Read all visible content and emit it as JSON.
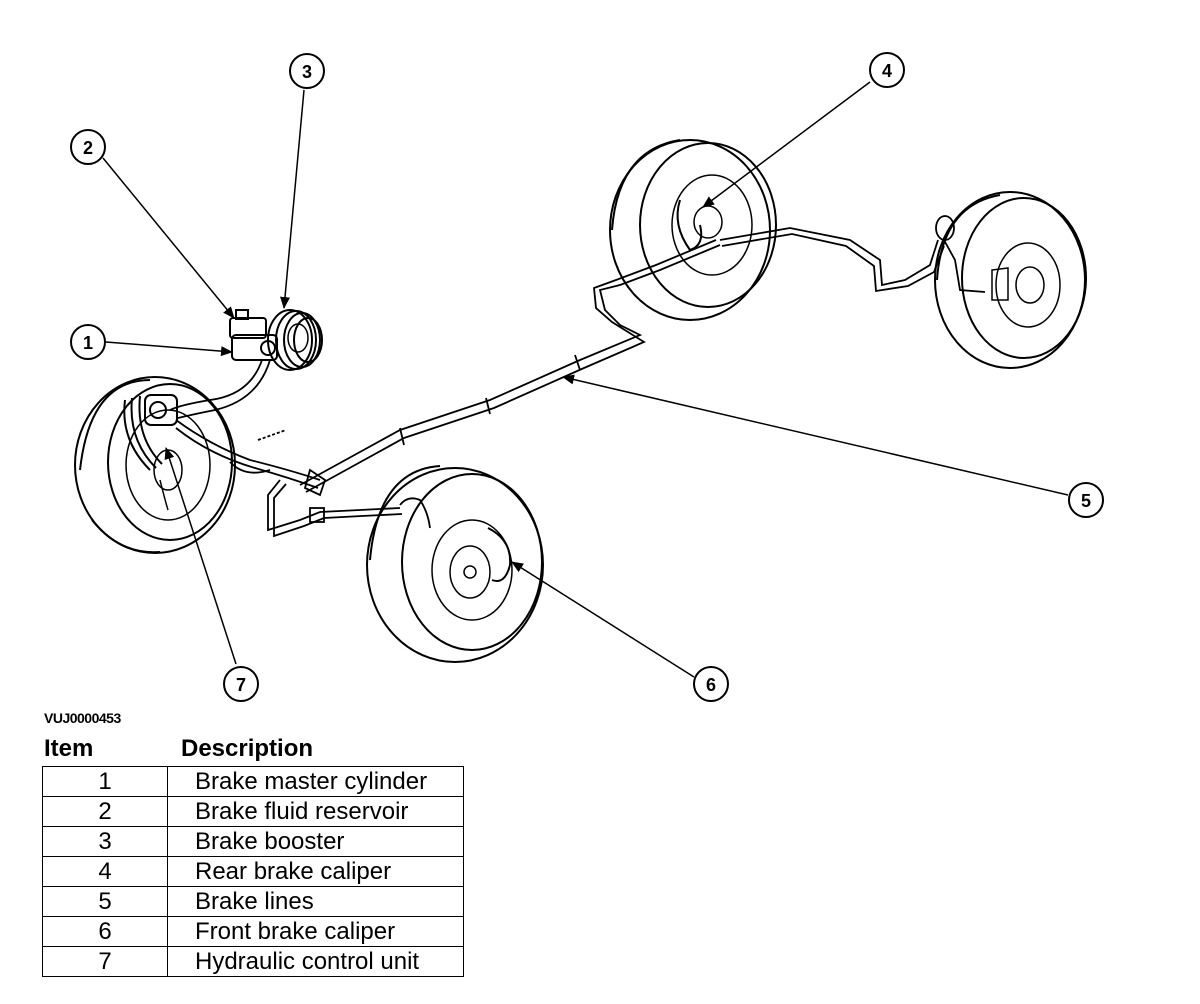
{
  "figure": {
    "code": "VUJ0000453",
    "callouts": [
      {
        "num": "1"
      },
      {
        "num": "2"
      },
      {
        "num": "3"
      },
      {
        "num": "4"
      },
      {
        "num": "5"
      },
      {
        "num": "6"
      },
      {
        "num": "7"
      }
    ]
  },
  "legend": {
    "header": {
      "item": "Item",
      "description": "Description"
    },
    "rows": [
      {
        "item": "1",
        "description": "Brake master cylinder"
      },
      {
        "item": "2",
        "description": "Brake fluid reservoir"
      },
      {
        "item": "3",
        "description": "Brake booster"
      },
      {
        "item": "4",
        "description": "Rear brake caliper"
      },
      {
        "item": "5",
        "description": "Brake lines"
      },
      {
        "item": "6",
        "description": "Front brake caliper"
      },
      {
        "item": "7",
        "description": "Hydraulic control unit"
      }
    ]
  }
}
